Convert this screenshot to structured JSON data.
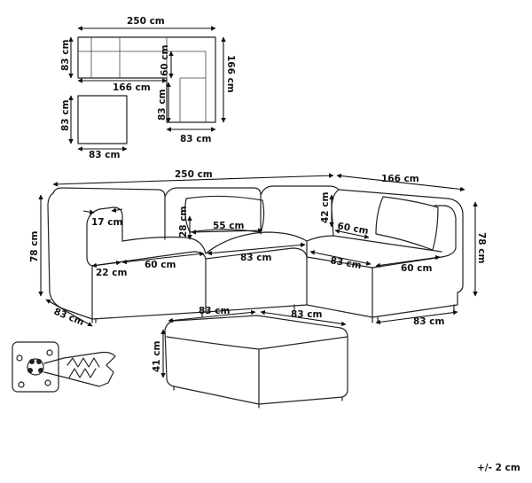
{
  "top_view": {
    "width_total": "250 cm",
    "depth_left": "83 cm",
    "inner_depth": "60 cm",
    "length_right": "166 cm",
    "inner_width": "166 cm",
    "corner_depth": "83 cm",
    "corner_width": "83 cm"
  },
  "ottoman_top": {
    "depth": "83 cm",
    "width": "83 cm"
  },
  "sofa": {
    "width_total": "250 cm",
    "length_right": "166 cm",
    "height_left": "78 cm",
    "height_right": "78 cm",
    "depth_left": "83 cm",
    "armrest_width": "17 cm",
    "back_height": "28 cm",
    "cushion_width": "55 cm",
    "back_height_right": "42 cm",
    "seat_depth_right": "60 cm",
    "seat_height": "22 cm",
    "seat_depth_left": "60 cm",
    "module_width": "83 cm",
    "corner_module": "83 cm",
    "seat_depth_corner": "60 cm",
    "depth_right": "83 cm"
  },
  "ottoman": {
    "width_left": "83 cm",
    "width_right": "83 cm",
    "height": "41 cm"
  },
  "tolerance": "+/- 2 cm"
}
